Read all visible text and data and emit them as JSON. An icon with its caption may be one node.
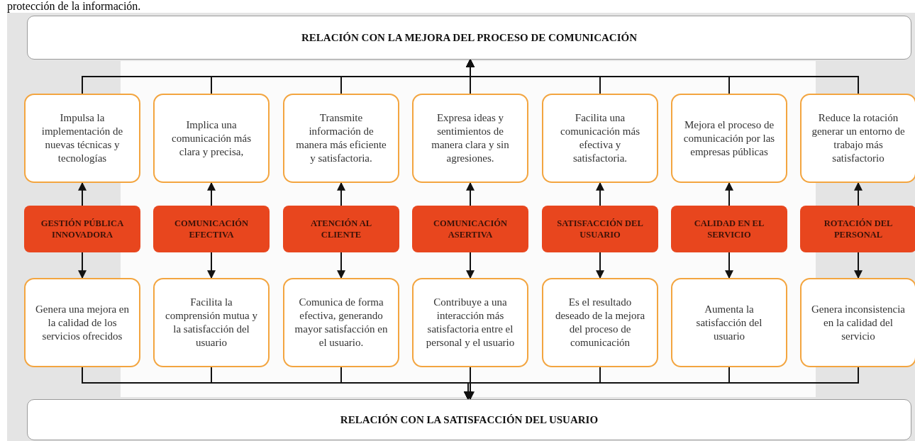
{
  "diagram": {
    "nodes": [
      {
        "text": [
          "RELACIÓN CON LA MEJORA DEL PROCESO DE COMUNICACIÓN"
        ]
      },
      {
        "text": [
          "Impulsa la implementación de nuevas técnicas y tecnologías"
        ]
      },
      {
        "text": [
          "Implica una comunicación más clara y precisa,"
        ]
      },
      {
        "text": [
          "Transmite información de manera más eficiente y satisfactoria."
        ]
      },
      {
        "text": [
          "Expresa ideas y sentimientos de manera clara y sin agresiones."
        ]
      },
      {
        "text": [
          "Facilita una comunicación más efectiva y satisfactoria."
        ]
      },
      {
        "text": [
          "Mejora el proceso de comunicación por las empresas públicas"
        ]
      },
      {
        "text": [
          "Reduce la rotación generar un entorno de trabajo más satisfactorio"
        ]
      },
      {
        "text": [
          "GESTIÓN PÚBLICA INNOVADORA"
        ]
      },
      {
        "text": [
          "COMUNICACIÓN EFECTIVA"
        ]
      },
      {
        "text": [
          "ATENCIÓN AL CLIENTE"
        ]
      },
      {
        "text": [
          "COMUNICACIÓN ASERTIVA"
        ]
      },
      {
        "text": [
          "SATISFACCIÓN DEL USUARIO"
        ]
      },
      {
        "text": [
          "CALIDAD EN EL SERVICIO"
        ]
      },
      {
        "text": [
          "ROTACIÓN DEL PERSONAL"
        ]
      },
      {
        "text": [
          "Genera una mejora en la calidad de los servicios ofrecidos"
        ]
      },
      {
        "text": [
          "Facilita la comprensión mutua y la satisfacción del usuario"
        ]
      },
      {
        "text": [
          "Comunica de forma efectiva, generando mayor satisfacción en el usuario."
        ]
      },
      {
        "text": [
          "Contribuye a una interacción más satisfactoria entre el personal y el usuario"
        ]
      },
      {
        "text": [
          "Es el resultado deseado de la mejora del proceso de comunicación"
        ]
      },
      {
        "text": [
          "Aumenta la satisfacción del usuario"
        ]
      },
      {
        "text": [
          "Genera inconsistencia en la calidad del servicio"
        ]
      },
      {
        "text": [
          "RELACIÓN CON LA SATISFACCIÓN DEL USUARIO"
        ]
      }
    ],
    "edges": [
      {
        "from": 8,
        "to": 1,
        "arrow": "to"
      },
      {
        "from": 9,
        "to": 2,
        "arrow": "to"
      },
      {
        "from": 10,
        "to": 3,
        "arrow": "to"
      },
      {
        "from": 11,
        "to": 4,
        "arrow": "to"
      },
      {
        "from": 12,
        "to": 5,
        "arrow": "to"
      },
      {
        "from": 13,
        "to": 6,
        "arrow": "to"
      },
      {
        "from": 14,
        "to": 7,
        "arrow": "to"
      },
      {
        "from": 8,
        "to": 15,
        "arrow": "to"
      },
      {
        "from": 9,
        "to": 16,
        "arrow": "to"
      },
      {
        "from": 10,
        "to": 17,
        "arrow": "to"
      },
      {
        "from": 11,
        "to": 18,
        "arrow": "to"
      },
      {
        "from": 12,
        "to": 19,
        "arrow": "to"
      },
      {
        "from": 13,
        "to": 20,
        "arrow": "to"
      },
      {
        "from": 14,
        "to": 21,
        "arrow": "to"
      },
      {
        "from": 1,
        "to": 0,
        "arrow": "to"
      },
      {
        "from": 2,
        "to": 0,
        "arrow": "to"
      },
      {
        "from": 3,
        "to": 0,
        "arrow": "to"
      },
      {
        "from": 4,
        "to": 0,
        "arrow": "to"
      },
      {
        "from": 5,
        "to": 0,
        "arrow": "to"
      },
      {
        "from": 6,
        "to": 0,
        "arrow": "to"
      },
      {
        "from": 7,
        "to": 0,
        "arrow": "to"
      },
      {
        "from": 15,
        "to": 22,
        "arrow": "to"
      },
      {
        "from": 16,
        "to": 22,
        "arrow": "to"
      },
      {
        "from": 17,
        "to": 22,
        "arrow": "to"
      },
      {
        "from": 18,
        "to": 22,
        "arrow": "to"
      },
      {
        "from": 19,
        "to": 22,
        "arrow": "to"
      },
      {
        "from": 20,
        "to": 22,
        "arrow": "to"
      },
      {
        "from": 21,
        "to": 22,
        "arrow": "to"
      }
    ],
    "labels": [
      "protección de la información."
    ]
  }
}
